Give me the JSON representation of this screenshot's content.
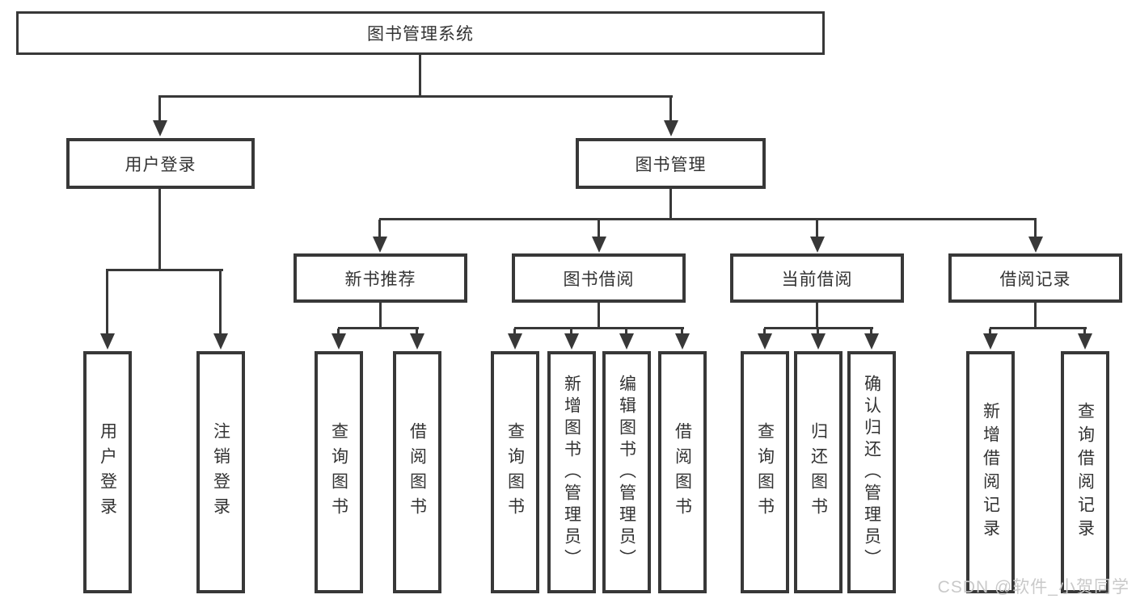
{
  "diagram": {
    "root": "图书管理系统",
    "level2": {
      "user_login": "用户登录",
      "book_mgmt": "图书管理"
    },
    "level3": {
      "new_book": "新书推荐",
      "borrow": "图书借阅",
      "current": "当前借阅",
      "records": "借阅记录"
    },
    "leaves": {
      "user_login": "用户登录",
      "logout": "注销登录",
      "nb_query": "查询图书",
      "nb_borrow": "借阅图书",
      "bb_query": "查询图书",
      "bb_add": "新增图书（管理员）",
      "bb_edit": "编辑图书（管理员）",
      "bb_borrow": "借阅图书",
      "cb_query": "查询图书",
      "cb_return": "归还图书",
      "cb_confirm": "确认归还（管理员）",
      "br_add": "新增借阅记录",
      "br_query": "查询借阅记录"
    }
  },
  "watermark": "CSDN @软件_小贺同学",
  "colors": {
    "line": "#383838",
    "box_border": "#383838",
    "box_fill": "#ffffff",
    "text": "#333333",
    "watermark": "#c9c9c9",
    "background": "#ffffff"
  }
}
